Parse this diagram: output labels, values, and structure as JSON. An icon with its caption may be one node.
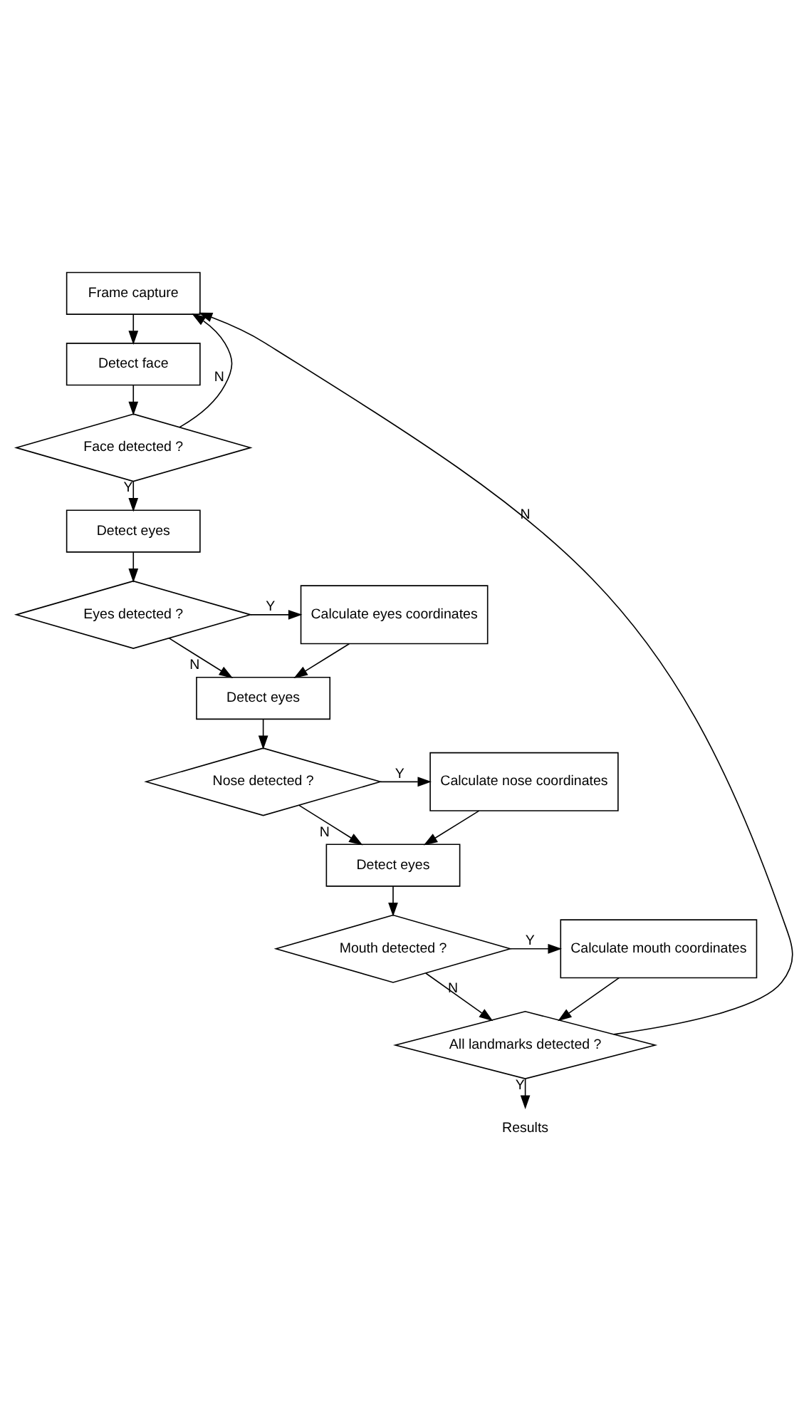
{
  "diagram": {
    "nodes": [
      {
        "text": [
          "Frame capture"
        ]
      },
      {
        "text": [
          "Detect face"
        ]
      },
      {
        "text": [
          "Face detected ?"
        ]
      },
      {
        "text": [
          "Detect eyes"
        ]
      },
      {
        "text": [
          "Eyes detected ?"
        ]
      },
      {
        "text": [
          "Calculate eyes coordinates"
        ]
      },
      {
        "text": [
          "Detect eyes"
        ]
      },
      {
        "text": [
          "Nose detected ?"
        ]
      },
      {
        "text": [
          "Calculate nose coordinates"
        ]
      },
      {
        "text": [
          "Detect eyes"
        ]
      },
      {
        "text": [
          "Mouth detected ?"
        ]
      },
      {
        "text": [
          "Calculate mouth coordinates"
        ]
      },
      {
        "text": [
          "All landmarks detected ?"
        ]
      },
      {
        "text": [
          "Results"
        ]
      }
    ],
    "edges": [
      {
        "from": 0,
        "to": 1,
        "arrow": "to"
      },
      {
        "from": 1,
        "to": 2,
        "arrow": "to"
      },
      {
        "from": 2,
        "to": 0,
        "arrow": "to",
        "label": "N"
      },
      {
        "from": 2,
        "to": 3,
        "arrow": "to",
        "label": "Y"
      },
      {
        "from": 3,
        "to": 4,
        "arrow": "to"
      },
      {
        "from": 4,
        "to": 5,
        "arrow": "to",
        "label": "Y"
      },
      {
        "from": 4,
        "to": 6,
        "arrow": "to",
        "label": "N"
      },
      {
        "from": 5,
        "to": 6,
        "arrow": "to"
      },
      {
        "from": 6,
        "to": 7,
        "arrow": "to"
      },
      {
        "from": 7,
        "to": 8,
        "arrow": "to",
        "label": "Y"
      },
      {
        "from": 7,
        "to": 9,
        "arrow": "to",
        "label": "N"
      },
      {
        "from": 8,
        "to": 9,
        "arrow": "to"
      },
      {
        "from": 9,
        "to": 10,
        "arrow": "to"
      },
      {
        "from": 10,
        "to": 11,
        "arrow": "to",
        "label": "Y"
      },
      {
        "from": 10,
        "to": 12,
        "arrow": "to",
        "label": "N"
      },
      {
        "from": 11,
        "to": 12,
        "arrow": "to"
      },
      {
        "from": 12,
        "to": 0,
        "arrow": "to",
        "label": "N"
      },
      {
        "from": 12,
        "to": 13,
        "arrow": "to",
        "label": "Y"
      }
    ]
  }
}
